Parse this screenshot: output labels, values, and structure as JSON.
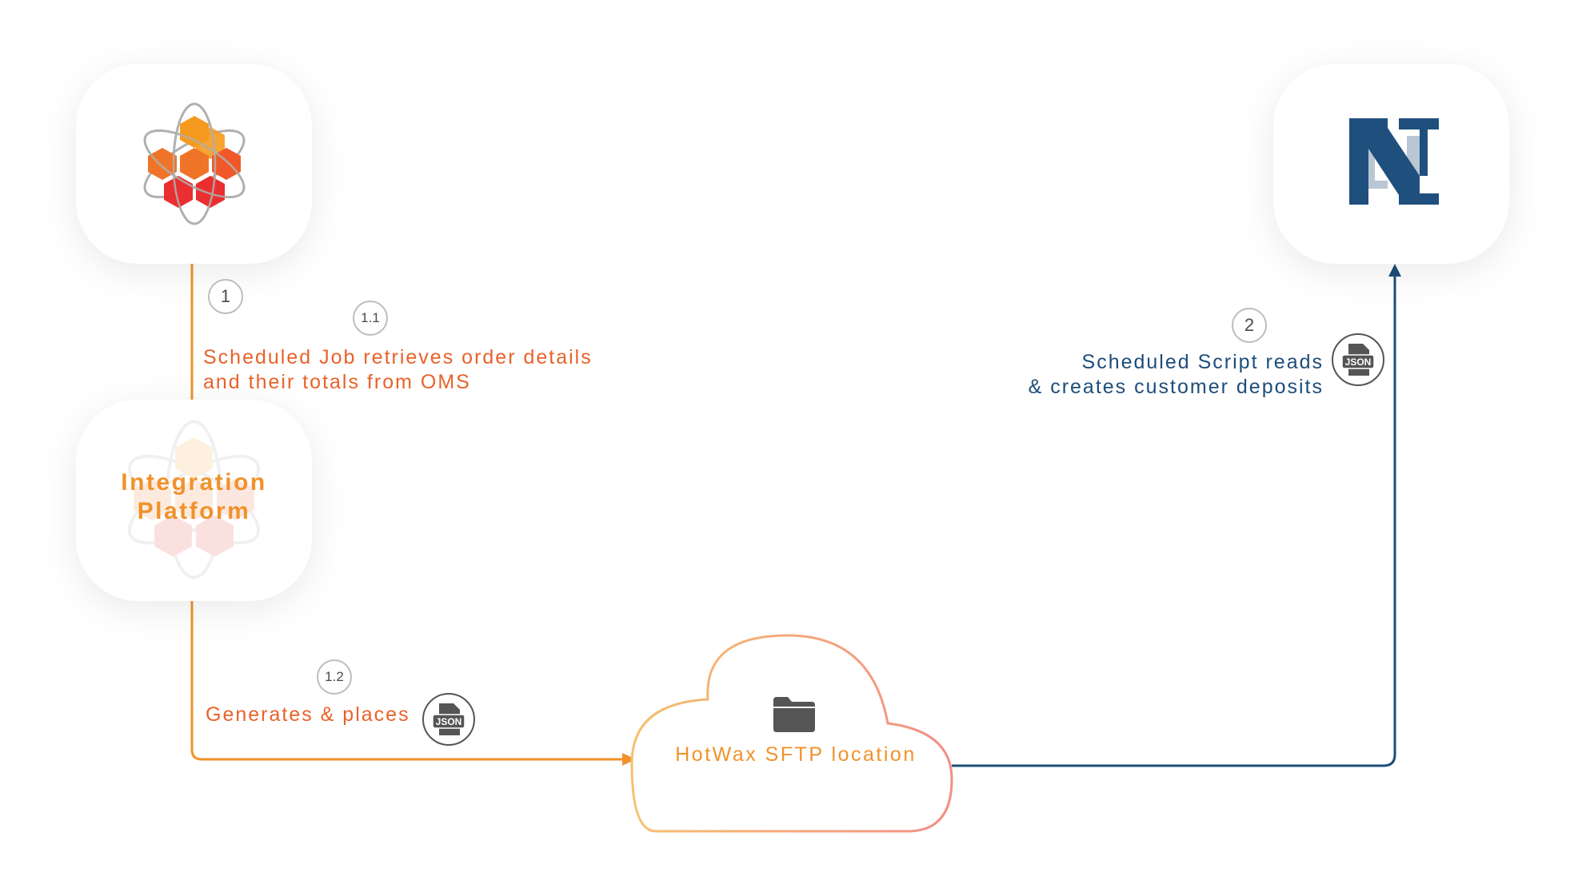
{
  "colors": {
    "orange": "#f0922a",
    "red_orange": "#e8622a",
    "navy": "#1d4d7a",
    "grey": "#bdbdbd"
  },
  "nodes": {
    "oms": {
      "icon": "hotwax-hexagon-atom-logo"
    },
    "netsuite": {
      "icon": "netsuite-n-logo"
    },
    "integration_platform": {
      "line1": "Integration",
      "line2": "Platform",
      "icon": "hotwax-hexagon-atom-logo-faded"
    },
    "sftp": {
      "label": "HotWax SFTP location",
      "icon": "folder-icon"
    }
  },
  "steps": {
    "s1": {
      "badge": "1"
    },
    "s1_1": {
      "badge": "1.1",
      "line1": "Scheduled Job retrieves order details",
      "line2": "and their totals from OMS"
    },
    "s1_2": {
      "badge": "1.2",
      "text": "Generates & places",
      "icon": "json-file-icon"
    },
    "s2": {
      "badge": "2",
      "line1": "Scheduled Script reads",
      "line2": "& creates customer deposits",
      "icon": "json-file-icon"
    }
  },
  "json_icon_text": "JSON"
}
